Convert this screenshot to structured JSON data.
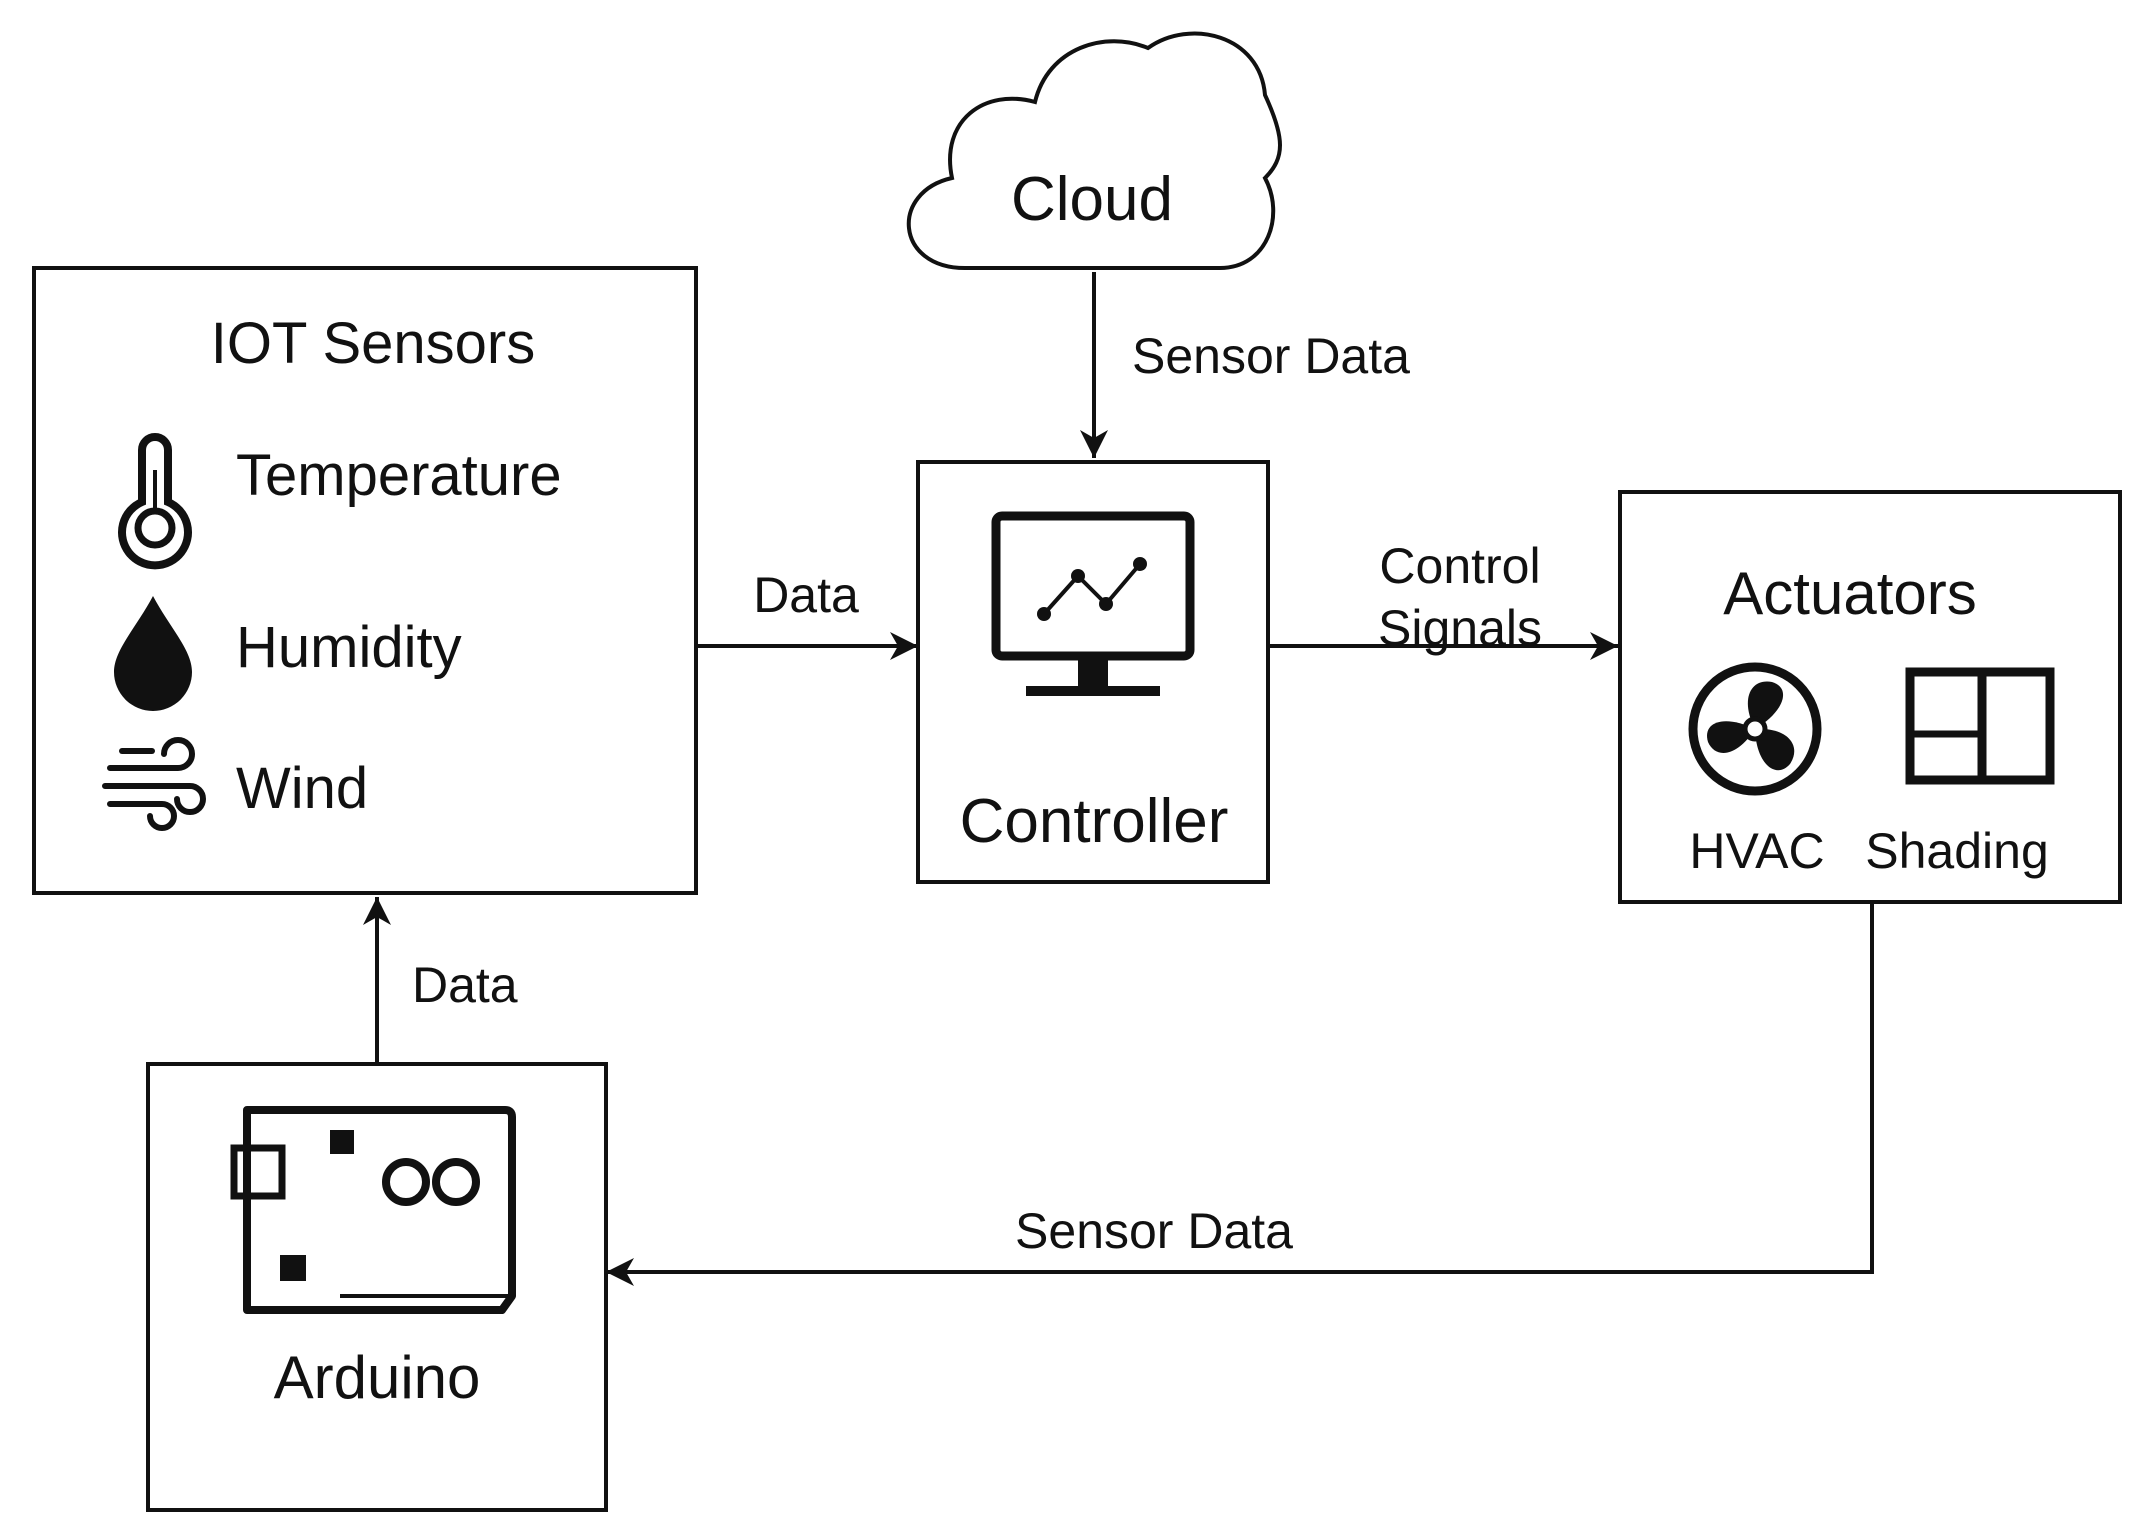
{
  "nodes": {
    "cloud": {
      "label": "Cloud"
    },
    "iot_sensors": {
      "title": "IOT Sensors",
      "items": [
        {
          "label": "Temperature",
          "icon": "thermometer-icon"
        },
        {
          "label": "Humidity",
          "icon": "water-drop-icon"
        },
        {
          "label": "Wind",
          "icon": "wind-icon"
        }
      ]
    },
    "controller": {
      "label": "Controller",
      "icon": "monitor-chart-icon"
    },
    "actuators": {
      "title": "Actuators",
      "items": [
        {
          "label": "HVAC",
          "icon": "fan-icon"
        },
        {
          "label": "Shading",
          "icon": "window-icon"
        }
      ]
    },
    "arduino": {
      "label": "Arduino",
      "icon": "arduino-board-icon"
    }
  },
  "edges": {
    "cloud_to_controller": {
      "label": "Sensor Data"
    },
    "sensors_to_controller": {
      "label": "Data"
    },
    "controller_to_actuators": {
      "label_line1": "Control",
      "label_line2": "Signals"
    },
    "arduino_to_sensors": {
      "label": "Data"
    },
    "actuators_to_arduino": {
      "label": "Sensor Data"
    }
  }
}
